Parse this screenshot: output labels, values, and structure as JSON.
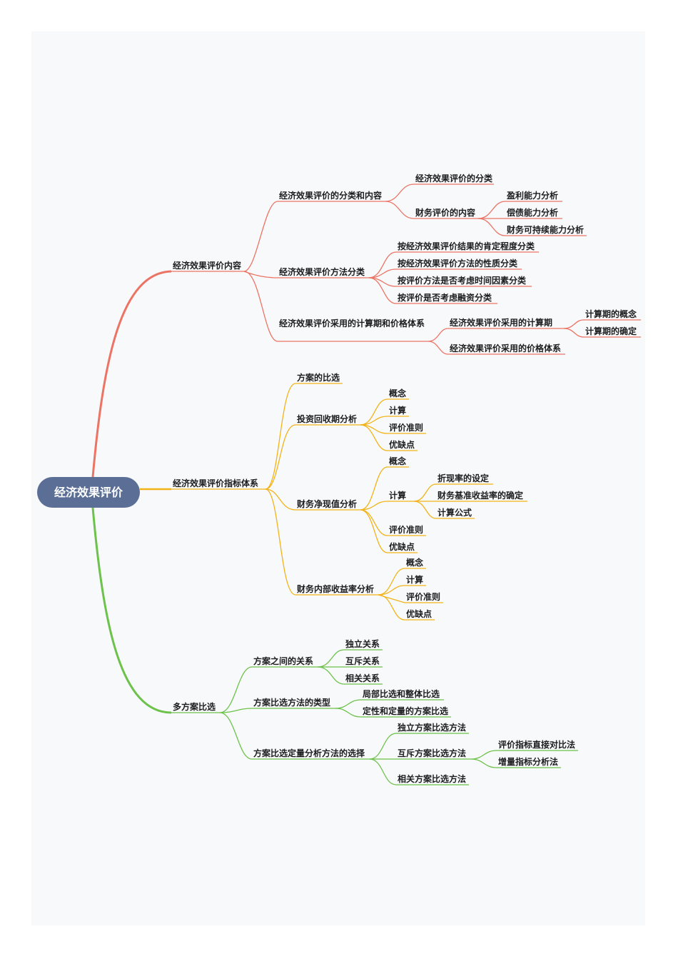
{
  "mindmap": {
    "root": "经济效果评价",
    "colors": {
      "red": "#ec7465",
      "yellow": "#f2b318",
      "green": "#6cc24a"
    },
    "b1": {
      "label": "经济效果评价内容",
      "c1": {
        "label": "经济效果评价的分类和内容",
        "g1": "经济效果评价的分类",
        "g2": {
          "label": "财务评价的内容",
          "items": [
            "盈利能力分析",
            "偿债能力分析",
            "财务可持续能力分析"
          ]
        }
      },
      "c2": {
        "label": "经济效果评价方法分类",
        "items": [
          "按经济效果评价结果的肯定程度分类",
          "按经济效果评价方法的性质分类",
          "按评价方法是否考虑时间因素分类",
          "按评价是否考虑融资分类"
        ]
      },
      "c3": {
        "label": "经济效果评价采用的计算期和价格体系",
        "g1": {
          "label": "经济效果评价采用的计算期",
          "items": [
            "计算期的概念",
            "计算期的确定"
          ]
        },
        "g2": "经济效果评价采用的价格体系"
      }
    },
    "b2": {
      "label": "经济效果评价指标体系",
      "c1": "方案的比选",
      "c2": {
        "label": "投资回收期分析",
        "items": [
          "概念",
          "计算",
          "评价准则",
          "优缺点"
        ]
      },
      "c3": {
        "label": "财务净现值分析",
        "g1": "概念",
        "g2": {
          "label": "计算",
          "items": [
            "折现率的设定",
            "财务基准收益率的确定",
            "计算公式"
          ]
        },
        "g3": "评价准则",
        "g4": "优缺点"
      },
      "c4": {
        "label": "财务内部收益率分析",
        "items": [
          "概念",
          "计算",
          "评价准则",
          "优缺点"
        ]
      }
    },
    "b3": {
      "label": "多方案比选",
      "c1": {
        "label": "方案之间的关系",
        "items": [
          "独立关系",
          "互斥关系",
          "相关关系"
        ]
      },
      "c2": {
        "label": "方案比选方法的类型",
        "items": [
          "局部比选和整体比选",
          "定性和定量的方案比选"
        ]
      },
      "c3": {
        "label": "方案比选定量分析方法的选择",
        "g1": "独立方案比选方法",
        "g2": {
          "label": "互斥方案比选方法",
          "items": [
            "评价指标直接对比法",
            "增量指标分析法"
          ]
        },
        "g3": "相关方案比选方法"
      }
    }
  }
}
